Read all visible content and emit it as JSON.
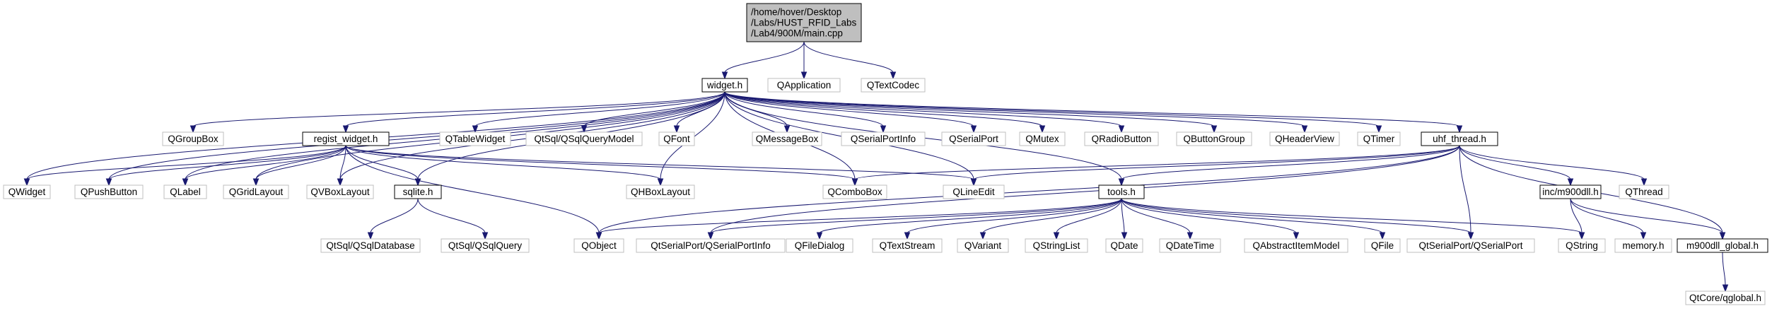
{
  "colors": {
    "edge": "#191970",
    "node_fill": "#ffffff",
    "root_fill": "#bfbfbf",
    "documented_stroke": "#000000",
    "external_stroke": "#bfbfbf",
    "external_text": "#404040"
  },
  "nodes": [
    {
      "id": "main",
      "lines": [
        "/home/hover/Desktop",
        "/Labs/HUST_RFID_Labs",
        "/Lab4/900M/main.cpp"
      ],
      "kind": "root"
    },
    {
      "id": "widget",
      "lines": [
        "widget.h"
      ],
      "kind": "doc"
    },
    {
      "id": "qapplication",
      "lines": [
        "QApplication"
      ],
      "kind": "ext"
    },
    {
      "id": "qtextcodec",
      "lines": [
        "QTextCodec"
      ],
      "kind": "ext"
    },
    {
      "id": "qgroupbox",
      "lines": [
        "QGroupBox"
      ],
      "kind": "ext"
    },
    {
      "id": "regist",
      "lines": [
        "regist_widget.h"
      ],
      "kind": "doc"
    },
    {
      "id": "qtablewidget",
      "lines": [
        "QTableWidget"
      ],
      "kind": "ext"
    },
    {
      "id": "qsqlquerymodel",
      "lines": [
        "QtSql/QSqlQueryModel"
      ],
      "kind": "ext"
    },
    {
      "id": "qfont",
      "lines": [
        "QFont"
      ],
      "kind": "ext"
    },
    {
      "id": "qmessagebox",
      "lines": [
        "QMessageBox"
      ],
      "kind": "ext"
    },
    {
      "id": "qserialportinfo_top",
      "lines": [
        "QSerialPortInfo"
      ],
      "kind": "ext"
    },
    {
      "id": "qserialport_top",
      "lines": [
        "QSerialPort"
      ],
      "kind": "ext"
    },
    {
      "id": "qmutex",
      "lines": [
        "QMutex"
      ],
      "kind": "ext"
    },
    {
      "id": "qradiobutton",
      "lines": [
        "QRadioButton"
      ],
      "kind": "ext"
    },
    {
      "id": "qbuttongroup",
      "lines": [
        "QButtonGroup"
      ],
      "kind": "ext"
    },
    {
      "id": "qheaderview",
      "lines": [
        "QHeaderView"
      ],
      "kind": "ext"
    },
    {
      "id": "qtimer",
      "lines": [
        "QTimer"
      ],
      "kind": "ext"
    },
    {
      "id": "uhf",
      "lines": [
        "uhf_thread.h"
      ],
      "kind": "doc"
    },
    {
      "id": "qwidget",
      "lines": [
        "QWidget"
      ],
      "kind": "ext"
    },
    {
      "id": "qpushbutton",
      "lines": [
        "QPushButton"
      ],
      "kind": "ext"
    },
    {
      "id": "qlabel",
      "lines": [
        "QLabel"
      ],
      "kind": "ext"
    },
    {
      "id": "qgridlayout",
      "lines": [
        "QGridLayout"
      ],
      "kind": "ext"
    },
    {
      "id": "qvboxlayout",
      "lines": [
        "QVBoxLayout"
      ],
      "kind": "ext"
    },
    {
      "id": "sqlite",
      "lines": [
        "sqlite.h"
      ],
      "kind": "doc"
    },
    {
      "id": "qhboxlayout",
      "lines": [
        "QHBoxLayout"
      ],
      "kind": "ext"
    },
    {
      "id": "qcombobox",
      "lines": [
        "QComboBox"
      ],
      "kind": "ext"
    },
    {
      "id": "qlineedit",
      "lines": [
        "QLineEdit"
      ],
      "kind": "ext"
    },
    {
      "id": "tools",
      "lines": [
        "tools.h"
      ],
      "kind": "doc"
    },
    {
      "id": "m900dll",
      "lines": [
        "inc/m900dll.h"
      ],
      "kind": "doc"
    },
    {
      "id": "qthread",
      "lines": [
        "QThread"
      ],
      "kind": "ext"
    },
    {
      "id": "qsqldatabase",
      "lines": [
        "QtSql/QSqlDatabase"
      ],
      "kind": "ext"
    },
    {
      "id": "qsqlquery",
      "lines": [
        "QtSql/QSqlQuery"
      ],
      "kind": "ext"
    },
    {
      "id": "qobject",
      "lines": [
        "QObject"
      ],
      "kind": "ext"
    },
    {
      "id": "qtserialportinfo",
      "lines": [
        "QtSerialPort/QSerialPortInfo"
      ],
      "kind": "ext"
    },
    {
      "id": "qfiledialog",
      "lines": [
        "QFileDialog"
      ],
      "kind": "ext"
    },
    {
      "id": "qtextstream",
      "lines": [
        "QTextStream"
      ],
      "kind": "ext"
    },
    {
      "id": "qvariant",
      "lines": [
        "QVariant"
      ],
      "kind": "ext"
    },
    {
      "id": "qstringlist",
      "lines": [
        "QStringList"
      ],
      "kind": "ext"
    },
    {
      "id": "qdate",
      "lines": [
        "QDate"
      ],
      "kind": "ext"
    },
    {
      "id": "qdatetime",
      "lines": [
        "QDateTime"
      ],
      "kind": "ext"
    },
    {
      "id": "qabstractitemmodel",
      "lines": [
        "QAbstractItemModel"
      ],
      "kind": "ext"
    },
    {
      "id": "qfile",
      "lines": [
        "QFile"
      ],
      "kind": "ext"
    },
    {
      "id": "qtserialport",
      "lines": [
        "QtSerialPort/QSerialPort"
      ],
      "kind": "ext"
    },
    {
      "id": "qstring",
      "lines": [
        "QString"
      ],
      "kind": "ext"
    },
    {
      "id": "memory",
      "lines": [
        "memory.h"
      ],
      "kind": "ext"
    },
    {
      "id": "m900dll_global",
      "lines": [
        "m900dll_global.h"
      ],
      "kind": "doc"
    },
    {
      "id": "qglobal",
      "lines": [
        "QtCore/qglobal.h"
      ],
      "kind": "ext"
    }
  ],
  "edges": [
    [
      "main",
      "widget"
    ],
    [
      "main",
      "qapplication"
    ],
    [
      "main",
      "qtextcodec"
    ],
    [
      "widget",
      "qwidget"
    ],
    [
      "widget",
      "qpushbutton"
    ],
    [
      "widget",
      "qlabel"
    ],
    [
      "widget",
      "qgridlayout"
    ],
    [
      "widget",
      "qvboxlayout"
    ],
    [
      "widget",
      "sqlite"
    ],
    [
      "widget",
      "qhboxlayout"
    ],
    [
      "widget",
      "qgroupbox"
    ],
    [
      "widget",
      "regist"
    ],
    [
      "widget",
      "qtablewidget"
    ],
    [
      "widget",
      "qsqlquerymodel"
    ],
    [
      "widget",
      "qfont"
    ],
    [
      "widget",
      "qmessagebox"
    ],
    [
      "widget",
      "qserialportinfo_top"
    ],
    [
      "widget",
      "qserialport_top"
    ],
    [
      "widget",
      "qmutex"
    ],
    [
      "widget",
      "qradiobutton"
    ],
    [
      "widget",
      "qbuttongroup"
    ],
    [
      "widget",
      "qheaderview"
    ],
    [
      "widget",
      "qtimer"
    ],
    [
      "widget",
      "uhf"
    ],
    [
      "widget",
      "qcombobox"
    ],
    [
      "widget",
      "qlineedit"
    ],
    [
      "widget",
      "tools"
    ],
    [
      "regist",
      "qwidget"
    ],
    [
      "regist",
      "qpushbutton"
    ],
    [
      "regist",
      "qlabel"
    ],
    [
      "regist",
      "qgridlayout"
    ],
    [
      "regist",
      "qvboxlayout"
    ],
    [
      "regist",
      "sqlite"
    ],
    [
      "regist",
      "qhboxlayout"
    ],
    [
      "regist",
      "qcombobox"
    ],
    [
      "regist",
      "qlineedit"
    ],
    [
      "regist",
      "qobject"
    ],
    [
      "sqlite",
      "qsqldatabase"
    ],
    [
      "sqlite",
      "qsqlquery"
    ],
    [
      "uhf",
      "qcombobox"
    ],
    [
      "uhf",
      "qlineedit"
    ],
    [
      "uhf",
      "tools"
    ],
    [
      "uhf",
      "m900dll"
    ],
    [
      "uhf",
      "qthread"
    ],
    [
      "uhf",
      "m900dll_global"
    ],
    [
      "uhf",
      "qobject"
    ],
    [
      "uhf",
      "qtserialportinfo"
    ],
    [
      "uhf",
      "qtserialport"
    ],
    [
      "tools",
      "qobject"
    ],
    [
      "tools",
      "qtserialportinfo"
    ],
    [
      "tools",
      "qfiledialog"
    ],
    [
      "tools",
      "qtextstream"
    ],
    [
      "tools",
      "qvariant"
    ],
    [
      "tools",
      "qstringlist"
    ],
    [
      "tools",
      "qdate"
    ],
    [
      "tools",
      "qdatetime"
    ],
    [
      "tools",
      "qabstractitemmodel"
    ],
    [
      "tools",
      "qfile"
    ],
    [
      "tools",
      "qtserialport"
    ],
    [
      "tools",
      "qstring"
    ],
    [
      "m900dll",
      "qstring"
    ],
    [
      "m900dll",
      "memory"
    ],
    [
      "m900dll",
      "m900dll_global"
    ],
    [
      "m900dll_global",
      "qglobal"
    ]
  ]
}
